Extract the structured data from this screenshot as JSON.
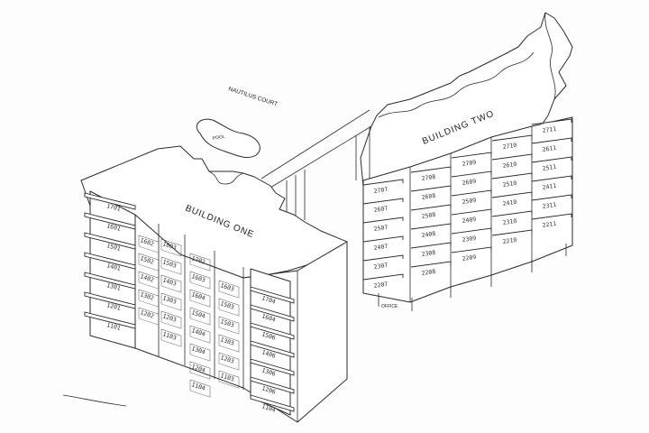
{
  "site": {
    "court_label": "NAUTILUS COURT",
    "pool_label": "POOL",
    "office_label": "OFFICE"
  },
  "building_one": {
    "title": "BUILDING ONE",
    "left_units": [
      "1701",
      "1601",
      "1501",
      "1401",
      "1301",
      "1201",
      "1101"
    ],
    "col_a": [
      "1602",
      "1502",
      "1402",
      "1302",
      "1202"
    ],
    "col_b": [
      "1603",
      "1503",
      "1403",
      "1303",
      "1203",
      "1103"
    ],
    "col_c": [
      "1702",
      "1603",
      "1604",
      "1504",
      "1404",
      "1304",
      "1204",
      "1104"
    ],
    "col_d": [
      "1603",
      "1503",
      "1503",
      "1303",
      "1203",
      "1103"
    ],
    "right_units": [
      "1704",
      "1604",
      "1506",
      "1406",
      "1306",
      "1206",
      "1104"
    ]
  },
  "building_two": {
    "title": "BUILDING TWO",
    "col_1": [
      "2707",
      "2607",
      "2507",
      "2407",
      "2307",
      "2207"
    ],
    "col_2": [
      "2708",
      "2608",
      "2508",
      "2408",
      "2308",
      "2208"
    ],
    "col_3": [
      "2709",
      "2609",
      "2509",
      "2409",
      "2309",
      "2209"
    ],
    "col_4": [
      "2710",
      "2610",
      "2510",
      "2410",
      "2310",
      "2210"
    ],
    "col_5": [
      "2711",
      "2611",
      "2511",
      "2411",
      "2311",
      "2211"
    ]
  }
}
